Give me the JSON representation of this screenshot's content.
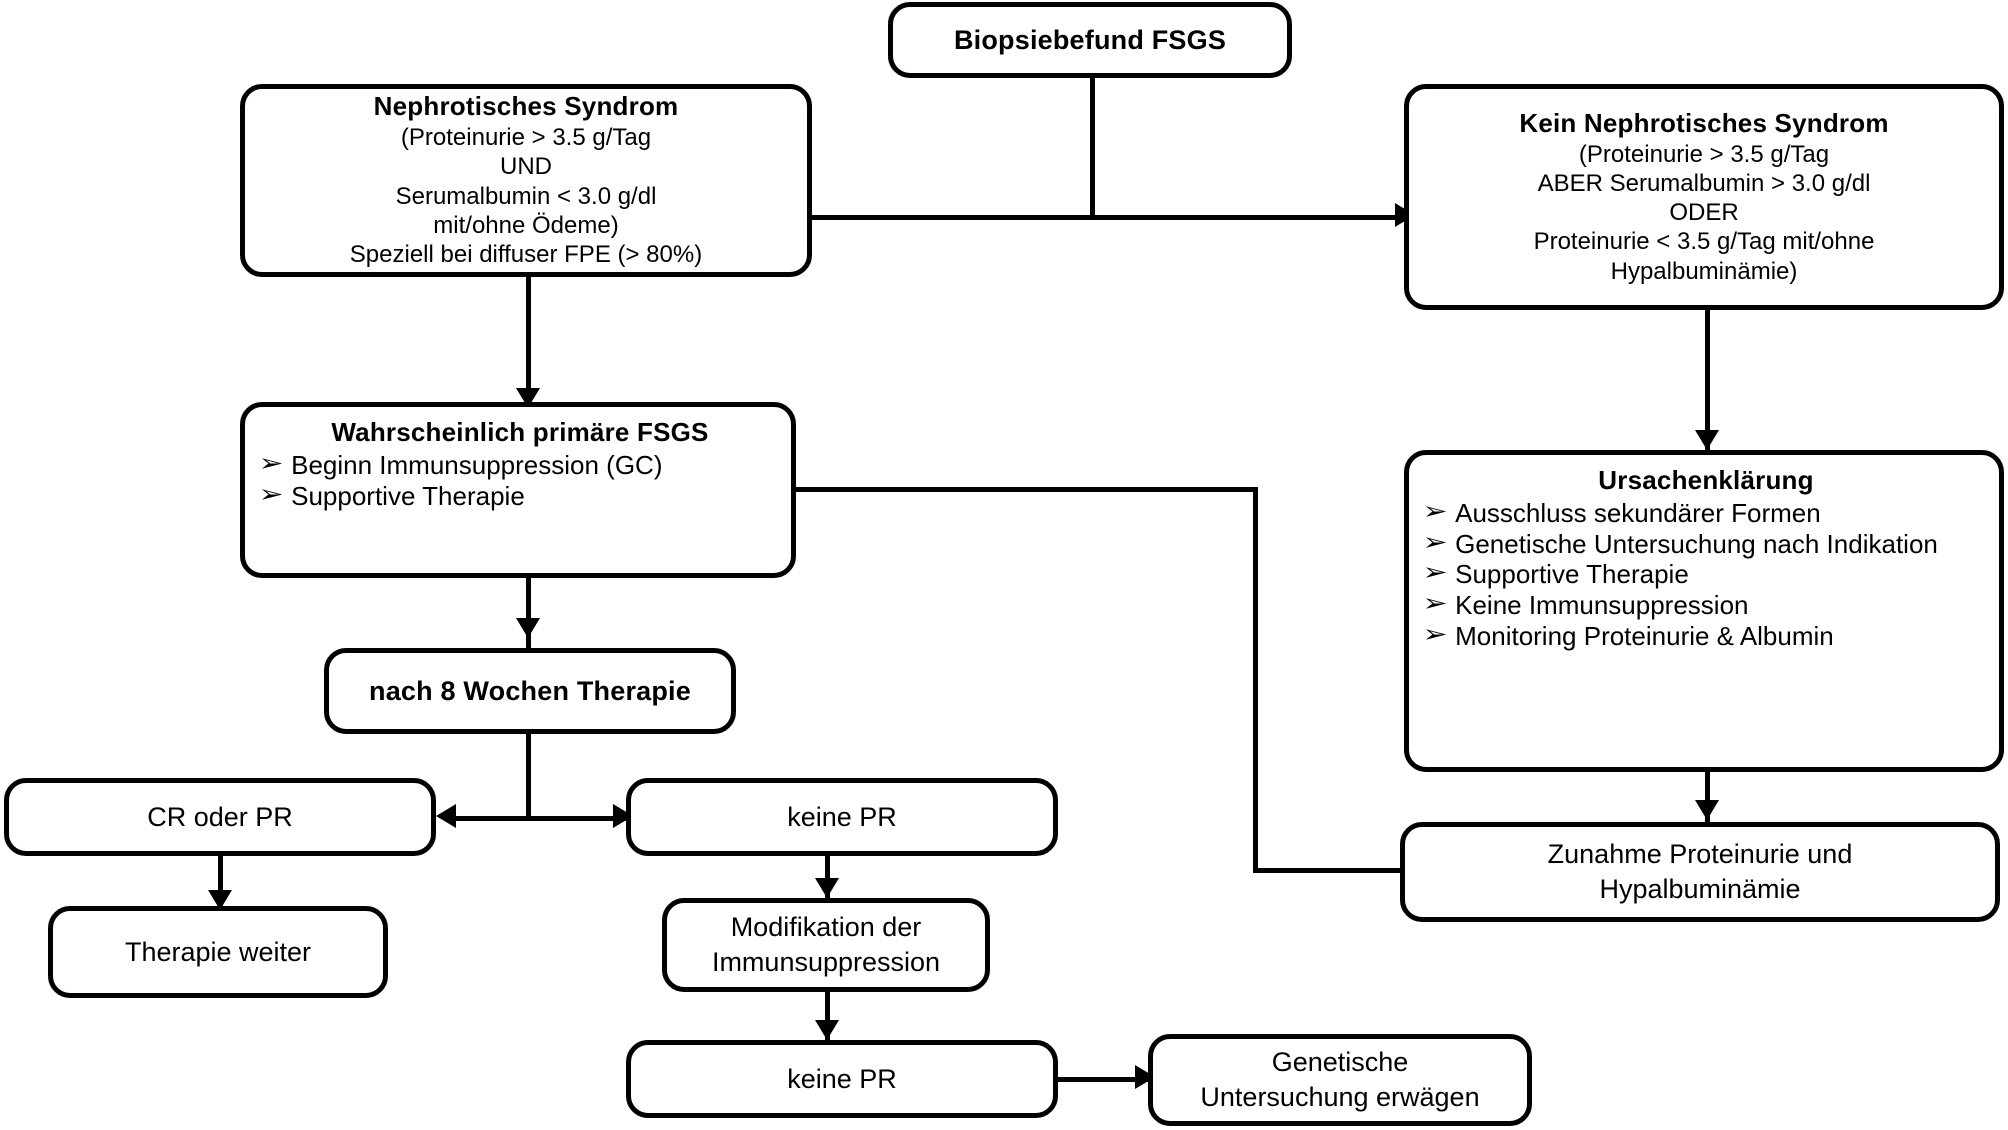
{
  "diagram": {
    "title": "FSGS Biopsiebefund Behandlungsalgorithmus",
    "language": "de",
    "stroke_color": "#000000",
    "background_color": "#ffffff",
    "bullet_glyph": "➢"
  },
  "nodes": {
    "biopsy": {
      "title": "Biopsiebefund FSGS"
    },
    "nephrotic": {
      "title": "Nephrotisches Syndrom",
      "lines": [
        "(Proteinurie > 3.5 g/Tag",
        "UND",
        "Serumalbumin < 3.0 g/dl",
        "mit/ohne Ödeme)",
        "Speziell bei diffuser FPE (> 80%)"
      ]
    },
    "no_nephrotic": {
      "title": "Kein Nephrotisches Syndrom",
      "lines": [
        "(Proteinurie > 3.5 g/Tag",
        "ABER Serumalbumin > 3.0 g/dl",
        "ODER",
        "Proteinurie < 3.5 g/Tag mit/ohne",
        "Hypalbuminämie)"
      ]
    },
    "primary_fsgs": {
      "title": "Wahrscheinlich primäre FSGS",
      "bullets": [
        "Beginn Immunsuppression (GC)",
        "Supportive Therapie"
      ]
    },
    "cause_workup": {
      "title": "Ursachenklärung",
      "bullets": [
        "Ausschluss sekundärer Formen",
        "Genetische Untersuchung nach Indikation",
        "Supportive Therapie",
        "Keine Immunsuppression",
        "Monitoring Proteinurie & Albumin"
      ]
    },
    "after_8_weeks": {
      "title": "nach 8 Wochen Therapie"
    },
    "cr_or_pr": {
      "label": "CR oder PR"
    },
    "no_pr_first": {
      "label": "keine PR"
    },
    "continue_therapy": {
      "label": "Therapie weiter"
    },
    "modify_immunosuppression": {
      "lines": [
        "Modifikation der",
        "Immunsuppression"
      ]
    },
    "no_pr_second": {
      "label": "keine PR"
    },
    "genetic_testing": {
      "lines": [
        "Genetische",
        "Untersuchung erwägen"
      ]
    },
    "proteinuria_increase": {
      "lines": [
        "Zunahme Proteinurie und",
        "Hypalbuminämie"
      ]
    }
  },
  "edges": [
    {
      "name": "biopsy-to-split",
      "from": "biopsy",
      "to": "split-bar"
    },
    {
      "name": "split-to-nephrotic",
      "from": "split-bar",
      "to": "nephrotic"
    },
    {
      "name": "split-to-no-nephrotic",
      "from": "split-bar",
      "to": "no_nephrotic"
    },
    {
      "name": "nephrotic-to-primary-fsgs",
      "from": "nephrotic",
      "to": "primary_fsgs"
    },
    {
      "name": "no-nephrotic-to-cause-workup",
      "from": "no_nephrotic",
      "to": "cause_workup"
    },
    {
      "name": "primary-fsgs-to-after-8-weeks",
      "from": "primary_fsgs",
      "to": "after_8_weeks"
    },
    {
      "name": "after-8-weeks-to-cr-or-pr",
      "from": "after_8_weeks",
      "to": "cr_or_pr"
    },
    {
      "name": "after-8-weeks-to-no-pr",
      "from": "after_8_weeks",
      "to": "no_pr_first"
    },
    {
      "name": "cr-or-pr-to-continue-therapy",
      "from": "cr_or_pr",
      "to": "continue_therapy"
    },
    {
      "name": "no-pr-to-modify",
      "from": "no_pr_first",
      "to": "modify_immunosuppression"
    },
    {
      "name": "modify-to-no-pr-second",
      "from": "modify_immunosuppression",
      "to": "no_pr_second"
    },
    {
      "name": "no-pr-second-to-genetic-testing",
      "from": "no_pr_second",
      "to": "genetic_testing"
    },
    {
      "name": "cause-workup-to-proteinuria-increase",
      "from": "cause_workup",
      "to": "proteinuria_increase"
    },
    {
      "name": "proteinuria-increase-to-primary-fsgs",
      "from": "proteinuria_increase",
      "to": "primary_fsgs"
    }
  ]
}
